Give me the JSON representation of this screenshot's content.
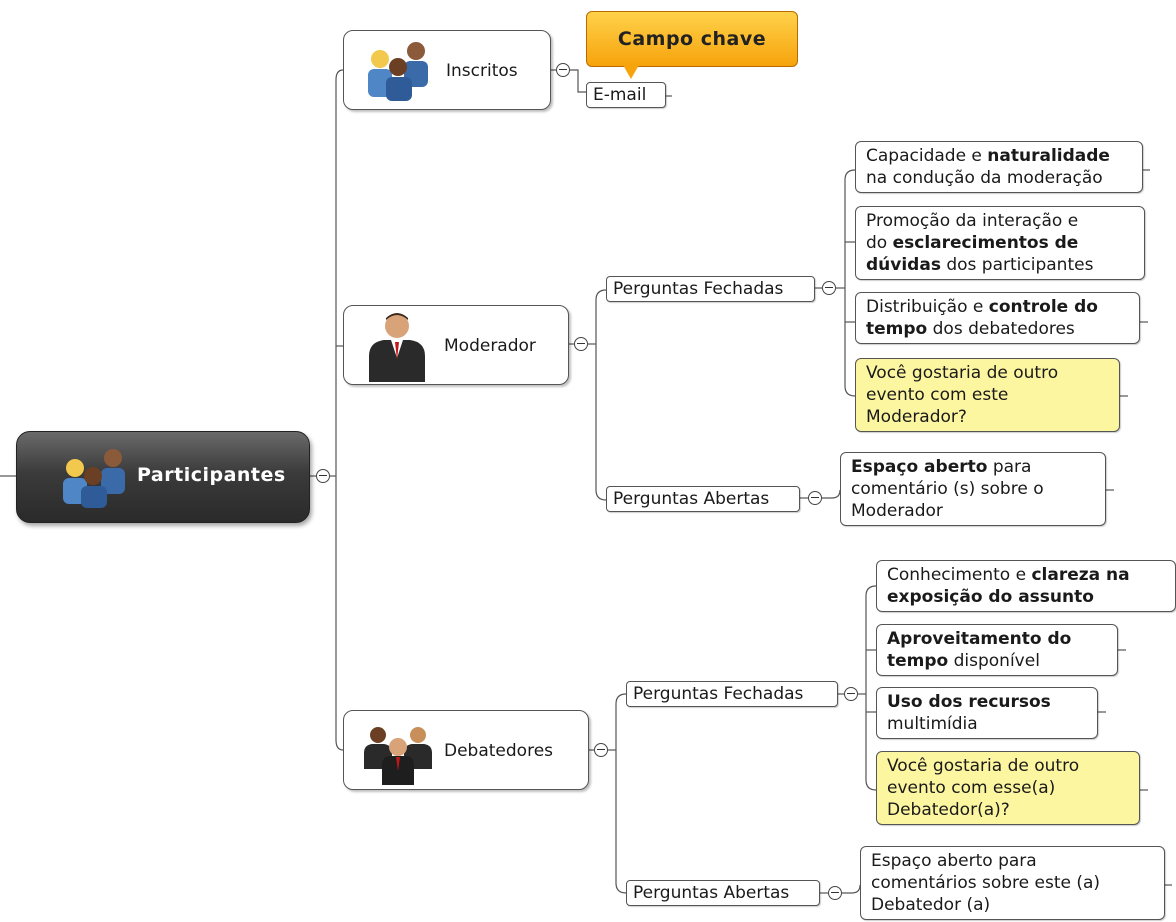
{
  "root": {
    "label": "Participantes"
  },
  "callout": {
    "label": "Campo chave"
  },
  "inscritos": {
    "label": "Inscritos",
    "email": "E-mail"
  },
  "moderador": {
    "label": "Moderador",
    "fechadas": "Perguntas Fechadas",
    "abertas": "Perguntas Abertas",
    "q1": {
      "a": "Capacidade e ",
      "b": "naturalidade",
      "c": "na condução da moderação"
    },
    "q2": {
      "a": "Promoção da interação e",
      "b1": "do ",
      "b2": "esclarecimentos de",
      "c1": "dúvidas",
      "c2": " dos participantes"
    },
    "q3": {
      "a": "Distribuição e ",
      "b": "controle do",
      "c1": "tempo",
      "c2": " dos debatedores"
    },
    "q4": {
      "l1": "Você gostaria de outro",
      "l2": "evento com este",
      "l3": "Moderador?"
    },
    "open": {
      "b": "Espaço aberto",
      "a": " para",
      "l2": "comentário (s) sobre o",
      "l3": "Moderador"
    }
  },
  "debatedores": {
    "label": "Debatedores",
    "fechadas": "Perguntas Fechadas",
    "abertas": "Perguntas Abertas",
    "q1": {
      "a": "Conhecimento e ",
      "b": "clareza na",
      "c": "exposição do assunto"
    },
    "q2": {
      "b1": "Aproveitamento do",
      "b2": "tempo",
      "c": " disponível"
    },
    "q3": {
      "b": "Uso dos recursos",
      "c": "multimídia"
    },
    "q4": {
      "l1": "Você gostaria de outro",
      "l2": "evento com esse(a)",
      "l3": "Debatedor(a)?"
    },
    "open": {
      "l1": "Espaço aberto para",
      "l2": "comentários sobre este (a)",
      "l3": "Debatedor (a)"
    }
  },
  "colors": {
    "accent": "#f6a30c",
    "highlight": "#fdf6a0",
    "root": "#3b3b3b"
  }
}
